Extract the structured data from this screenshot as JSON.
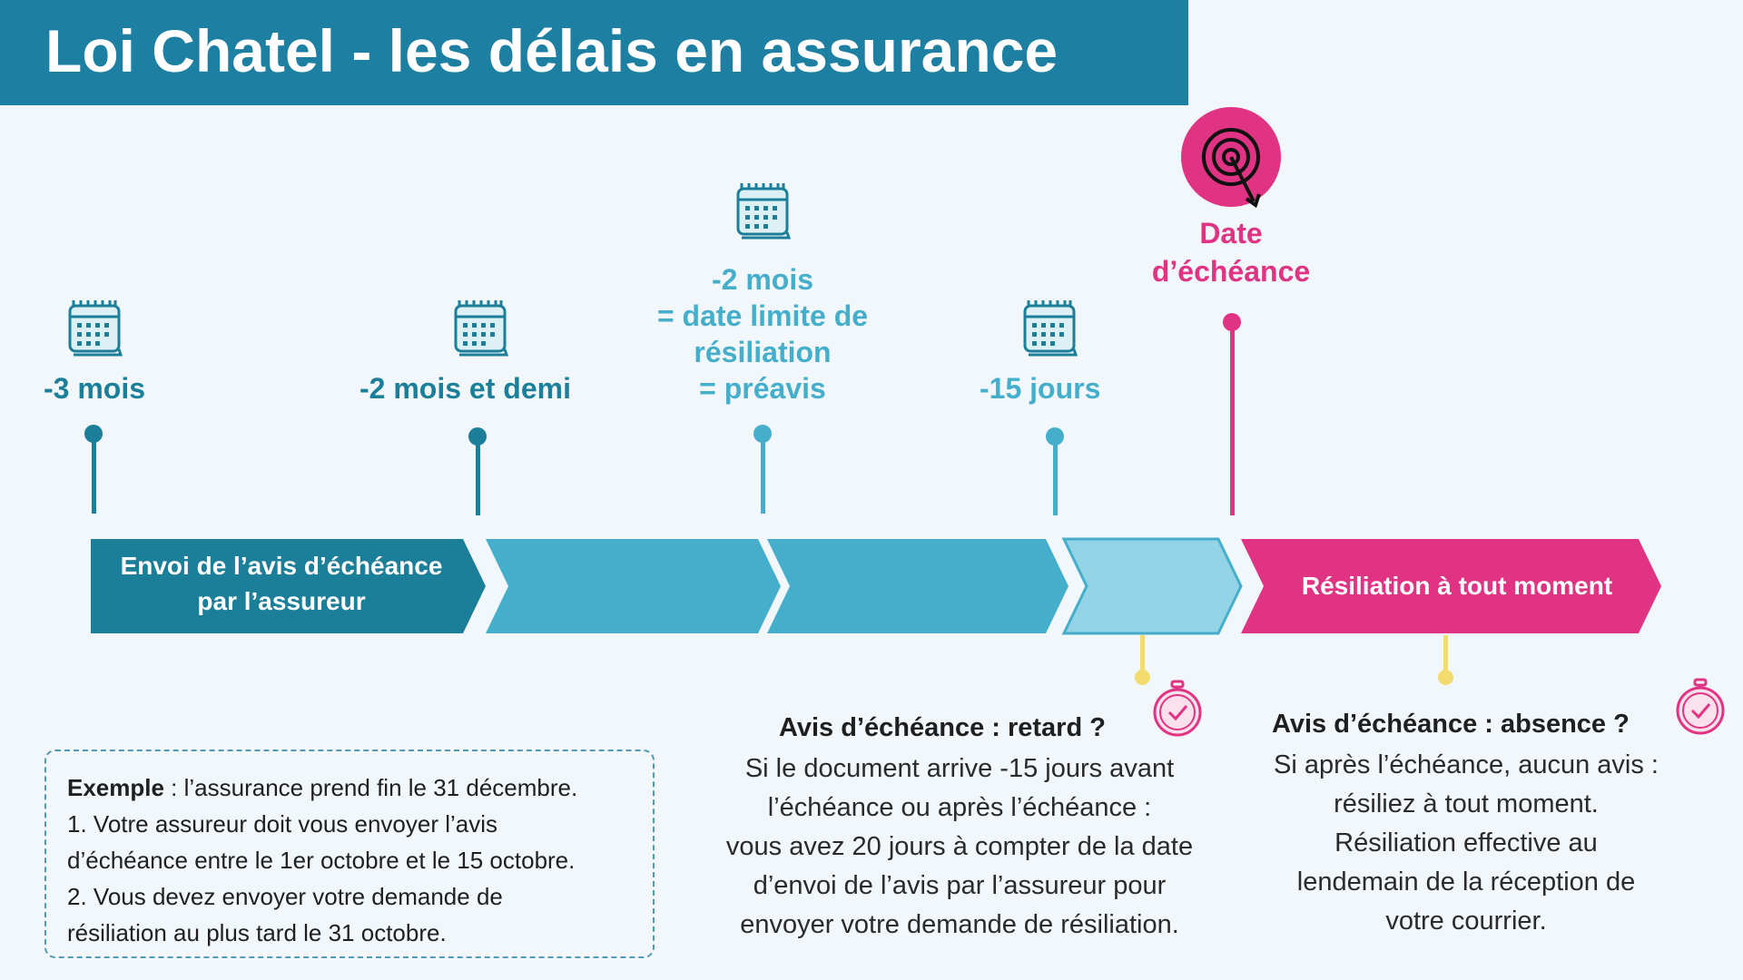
{
  "title": "Loi Chatel - les délais en assurance",
  "colors": {
    "title_bg": "#1D7FA2",
    "dark_teal": "#1C7F99",
    "mid_teal": "#45AFCB",
    "light_teal": "#93D3E6",
    "pink": "#E13383",
    "yellow": "#F2DC6E"
  },
  "milestones": [
    {
      "label_lines": [
        "-3 mois"
      ],
      "icon": "calendar-icon"
    },
    {
      "label_lines": [
        "-2 mois et demi"
      ],
      "icon": "calendar-icon"
    },
    {
      "label_lines": [
        "-2 mois",
        "= date limite de",
        "résiliation",
        "= préavis"
      ],
      "icon": "calendar-icon"
    },
    {
      "label_lines": [
        "-15 jours"
      ],
      "icon": "calendar-icon"
    },
    {
      "label_lines": [
        "Date",
        "d’échéance"
      ],
      "icon": "target-icon"
    }
  ],
  "phases": [
    {
      "text_lines": [
        "Envoi de l’avis d’échéance",
        "par l’assureur"
      ]
    },
    {
      "text_lines": []
    },
    {
      "text_lines": []
    },
    {
      "text_lines": []
    },
    {
      "text_lines": [
        "Résiliation à tout moment"
      ]
    }
  ],
  "example": {
    "bold": "Exemple",
    "lines": [
      " : l’assurance prend fin le 31 décembre.",
      "1. Votre assureur doit vous envoyer l’avis",
      "d’échéance entre le 1er octobre et le 15 octobre.",
      "2. Vous devez envoyer votre demande de",
      "résiliation au plus tard le 31 octobre."
    ]
  },
  "notes": [
    {
      "title": "Avis d’échéance : retard ?",
      "icon": "stopwatch-icon",
      "lines": [
        "Si le document arrive -15 jours avant",
        "l’échéance ou après l’échéance :",
        "vous avez 20 jours à compter de la date",
        "d’envoi de l’avis par l’assureur pour",
        "envoyer votre demande de résiliation."
      ]
    },
    {
      "title": "Avis d’échéance : absence ?",
      "icon": "stopwatch-icon",
      "lines": [
        "Si après l’échéance, aucun avis :",
        "résiliez à tout moment.",
        "Résiliation effective au",
        "lendemain de la réception de",
        "votre courrier."
      ]
    }
  ]
}
